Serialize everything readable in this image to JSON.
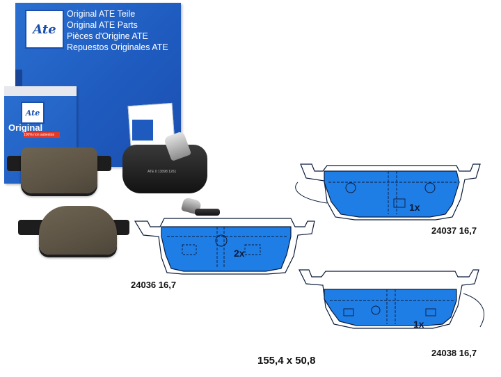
{
  "box": {
    "logo_text": "Ate",
    "lines": [
      "Original ATE Teile",
      "Original ATE Parts",
      "Pièces d'Origine ATE",
      "Repuestos Originales ATE"
    ],
    "small_title": "Original",
    "small_stripe": "100% non asbestos",
    "colors": {
      "box_blue": "#1f5bbf",
      "stripe_red": "#e23a2a"
    }
  },
  "photo_pads": {
    "backing_print": "ATE 0 13098 1261"
  },
  "pads": [
    {
      "code": "24036 16,7",
      "quantity": "2x"
    },
    {
      "code": "24037 16,7",
      "quantity": "1x"
    },
    {
      "code": "24038 16,7",
      "quantity": "1x"
    }
  ],
  "dimensions": "155,4 x 50,8",
  "colors": {
    "pad_fill": "#1f7ee6",
    "pad_outline": "#0a1a3a"
  }
}
